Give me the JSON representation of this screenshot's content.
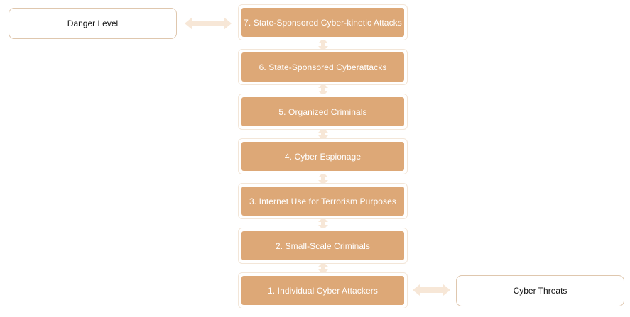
{
  "colors": {
    "level_fill": "#dda877",
    "arrow_fill": "#f7e7d7"
  },
  "levels": [
    {
      "label": "7. State-Sponsored Cyber-kinetic Attacks"
    },
    {
      "label": "6. State-Sponsored Cyberattacks"
    },
    {
      "label": "5. Organized Criminals"
    },
    {
      "label": "4. Cyber Espionage"
    },
    {
      "label": "3. Internet Use for Terrorism Purposes"
    },
    {
      "label": "2. Small-Scale Criminals"
    },
    {
      "label": "1. Individual Cyber Attackers"
    }
  ],
  "side_labels": {
    "top": "Danger Level",
    "bottom": "Cyber Threats"
  }
}
